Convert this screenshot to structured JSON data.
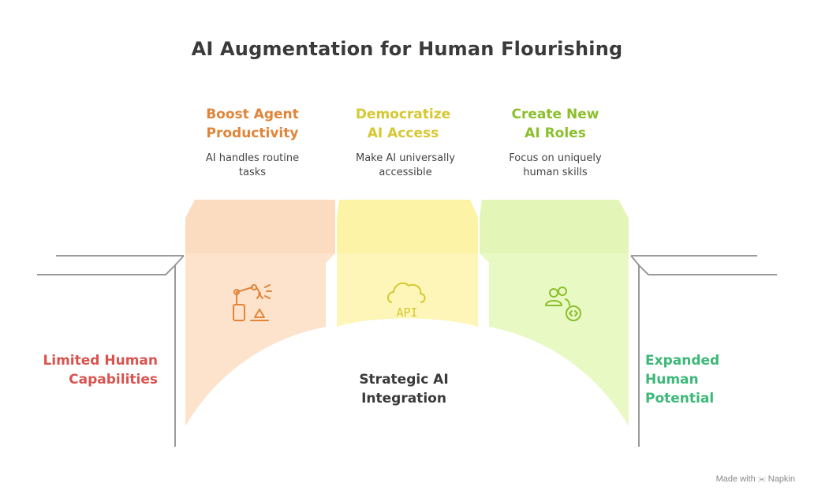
{
  "title": "AI Augmentation for Human Flourishing",
  "columns": [
    {
      "heading_l1": "Boost Agent",
      "heading_l2": "Productivity",
      "desc_l1": "AI handles routine",
      "desc_l2": "tasks",
      "icon": "robot-arm-icon",
      "color": "#e0853a",
      "fill_top": "#fcdcc0",
      "fill_front": "#fde3cc"
    },
    {
      "heading_l1": "Democratize",
      "heading_l2": "AI Access",
      "desc_l1": "Make AI universally",
      "desc_l2": "accessible",
      "icon": "cloud-api-icon",
      "icon_text": "API",
      "color": "#d6c832",
      "fill_top": "#fcf3a6",
      "fill_front": "#fdf6b8"
    },
    {
      "heading_l1": "Create New",
      "heading_l2": "AI Roles",
      "desc_l1": "Focus on uniquely",
      "desc_l2": "human skills",
      "icon": "users-code-icon",
      "color": "#8cbf2c",
      "fill_top": "#e3f6b8",
      "fill_front": "#e9f9c4"
    }
  ],
  "left_label": {
    "l1": "Limited Human",
    "l2": "Capabilities",
    "color": "#d9534f"
  },
  "right_label": {
    "l1": "Expanded",
    "l2": "Human",
    "l3": "Potential",
    "color": "#3cb878"
  },
  "center_label": {
    "l1": "Strategic AI",
    "l2": "Integration"
  },
  "footer": "Made with ⫘ Napkin"
}
